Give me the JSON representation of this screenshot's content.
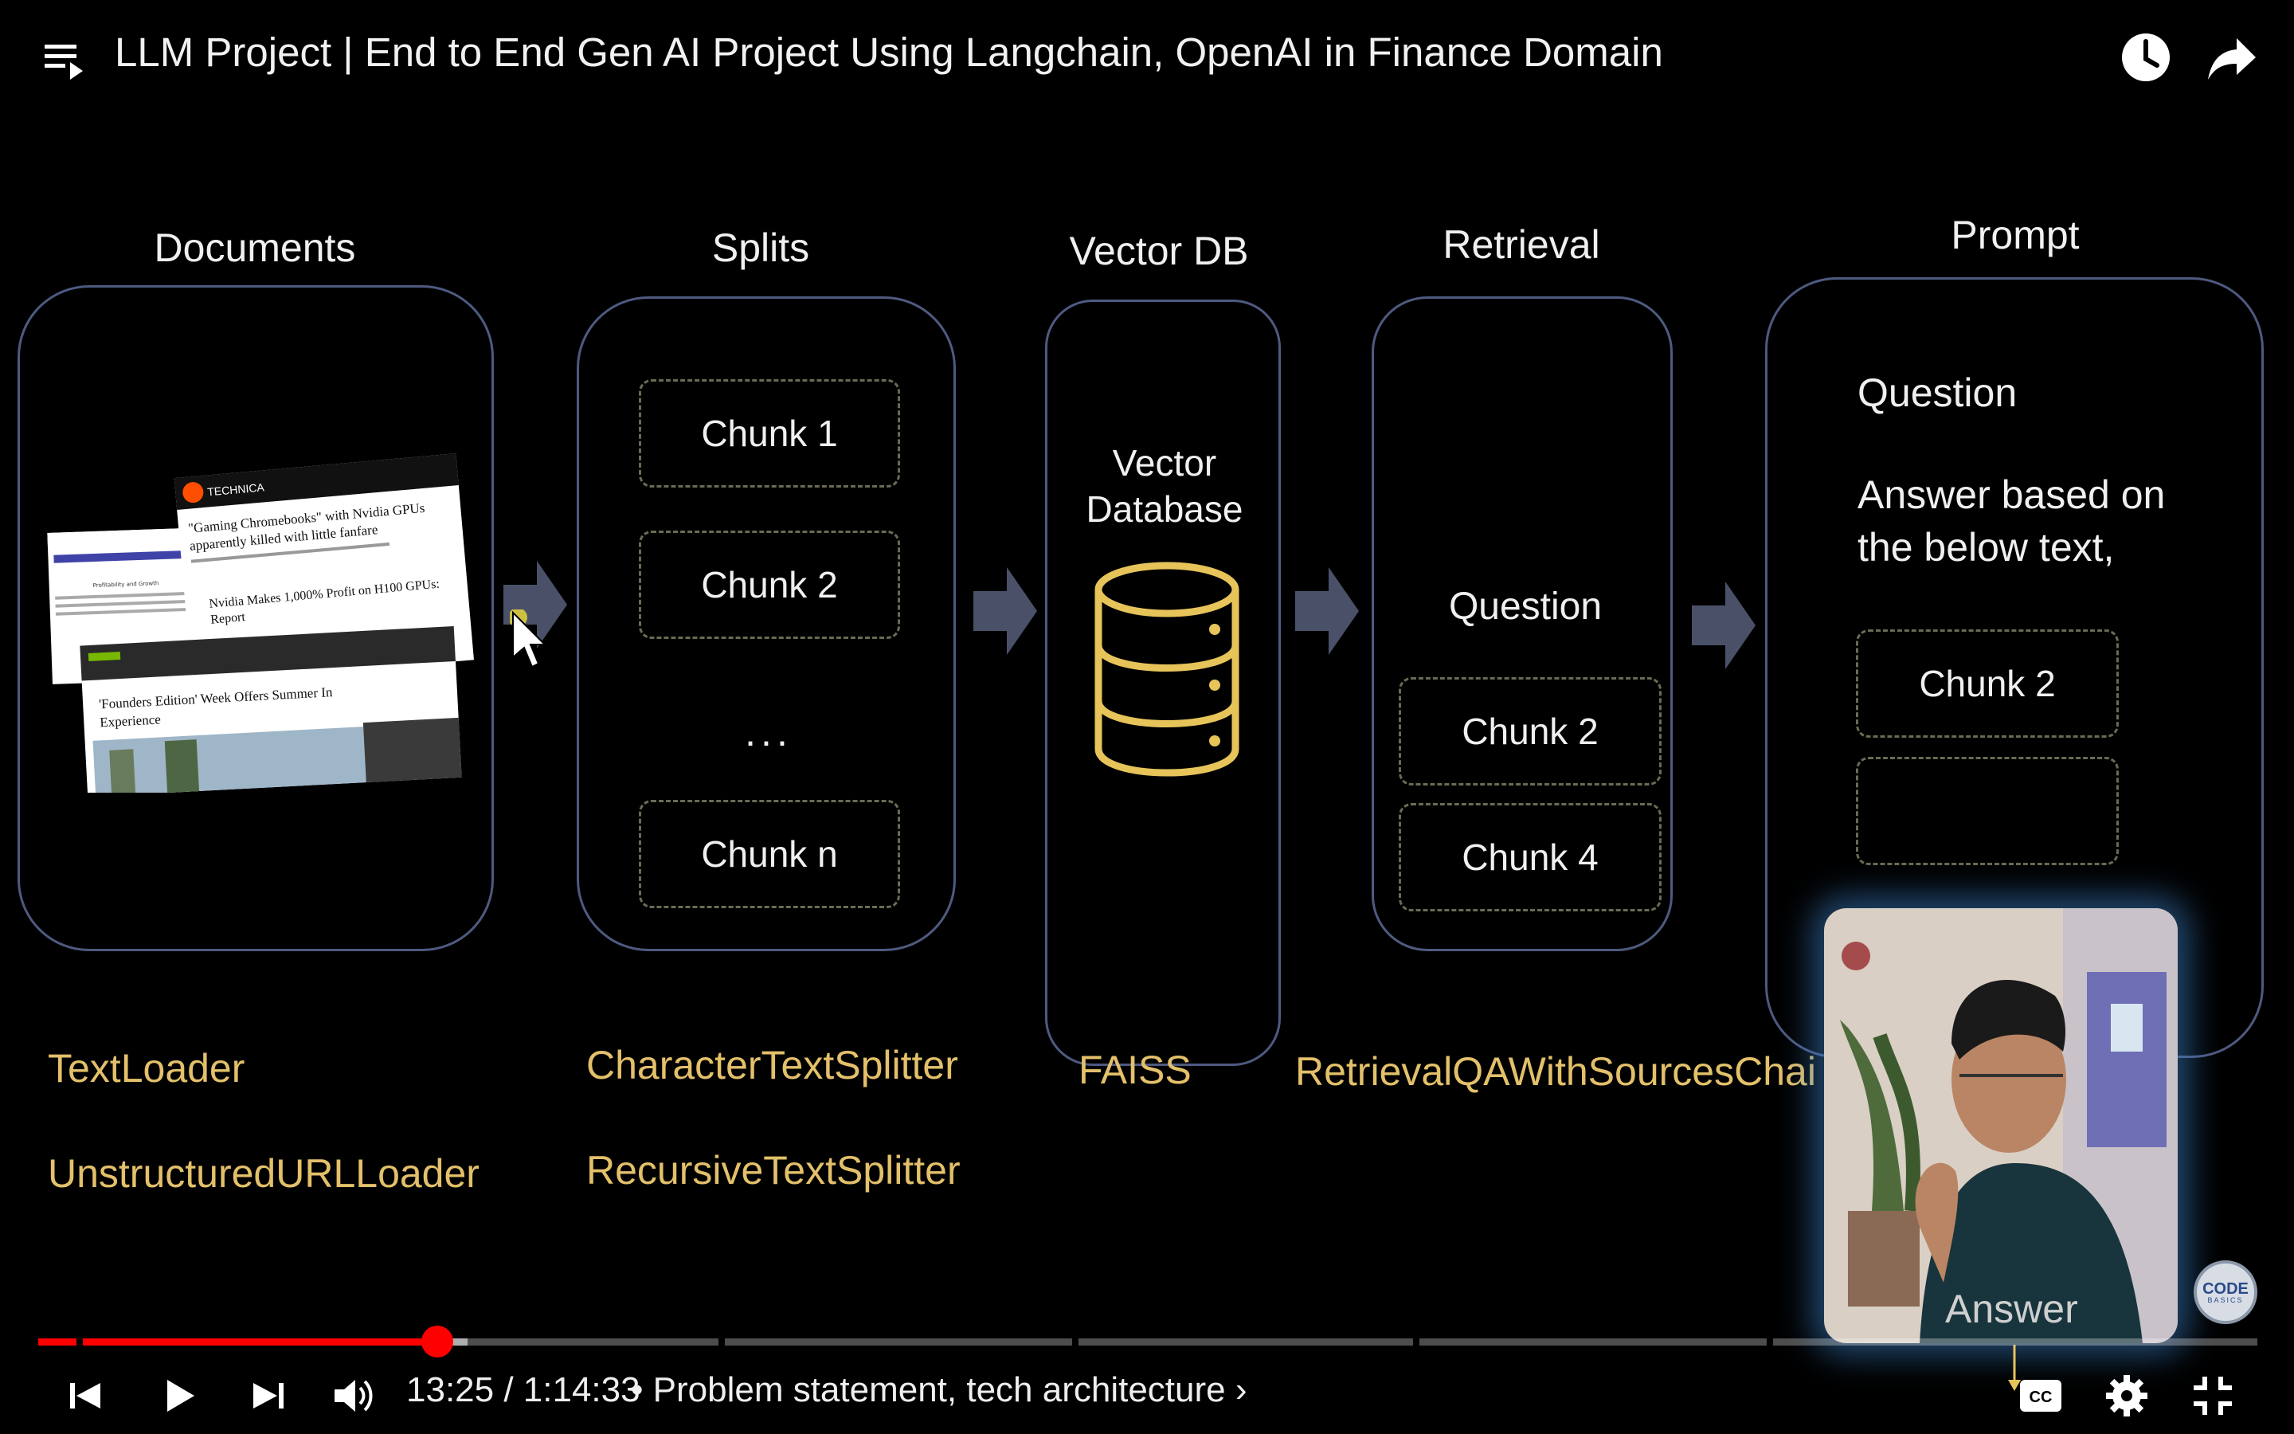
{
  "header": {
    "title": "LLM Project | End to End Gen AI Project Using Langchain, OpenAI in Finance Domain",
    "icons": [
      "playlist-icon",
      "watch-later-icon",
      "share-icon"
    ]
  },
  "slide": {
    "columns": {
      "documents": {
        "title": "Documents"
      },
      "splits": {
        "title": "Splits",
        "chunks": [
          "Chunk 1",
          "Chunk 2",
          "...",
          "Chunk n"
        ]
      },
      "vector_db": {
        "title": "Vector DB",
        "label_line1": "Vector",
        "label_line2": "Database"
      },
      "retrieval": {
        "title": "Retrieval",
        "question": "Question",
        "chunks": [
          "Chunk 2",
          "Chunk 4"
        ]
      },
      "prompt": {
        "title": "Prompt",
        "question": "Question",
        "instruction_line1": "Answer based on",
        "instruction_line2": "the below text,",
        "chunks": [
          "Chunk 2"
        ]
      }
    },
    "loaders": {
      "text_loader": "TextLoader",
      "url_loader": "UnstructuredURLLoader",
      "char_splitter": "CharacterTextSplitter",
      "recursive_splitter": "RecursiveTextSplitter",
      "faiss": "FAISS",
      "retrieval_chain": "RetrievalQAWithSourcesChai"
    },
    "answer": "Answer",
    "logo": {
      "line1": "CODE",
      "line2": "BASICS"
    },
    "documents_collage": {
      "source": "TECHNICA",
      "headline1": "\"Gaming Chromebooks\" with Nvidia GPUs apparently killed with little fanfare",
      "headline2": "Nvidia Makes 1,000% Profit on H100 GPUs: Report",
      "headline3": "'Founders Edition' Week Offers Summer In Experience",
      "small_caption": "Profitability and Growth"
    }
  },
  "player": {
    "current_time": "13:25",
    "duration": "1:14:33",
    "time_display": "13:25 / 1:14:33",
    "chapter": "• Problem statement, tech architecture",
    "progress_fraction": 0.18,
    "buffered_fraction": 0.1935,
    "accent_color": "#ff0000",
    "controls": [
      "previous-icon",
      "play-icon",
      "next-icon",
      "volume-icon",
      "captions-icon",
      "settings-icon",
      "exit-fullscreen-icon"
    ]
  }
}
